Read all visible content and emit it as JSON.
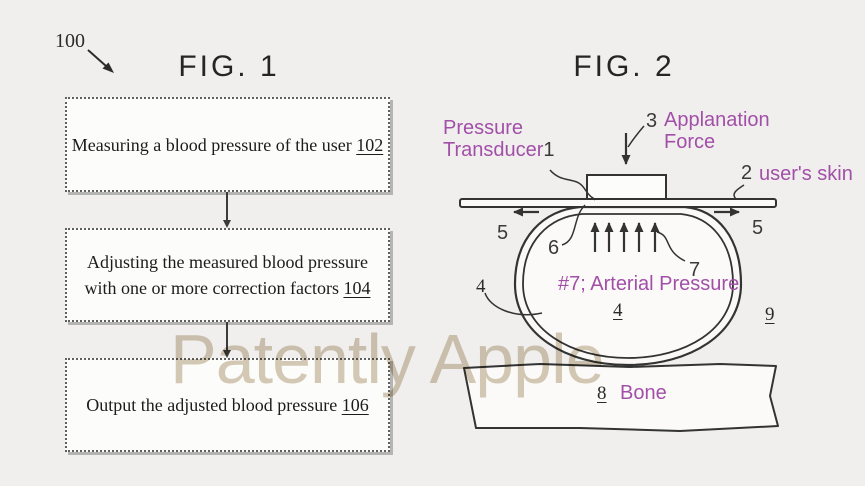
{
  "watermark": {
    "text": "Patently Apple",
    "color": "#d6cbb7"
  },
  "canvas": {
    "background": "#f0efee",
    "line_color": "#333333",
    "accent_purple": "#a24fa8",
    "box_fill": "#fcfcfb"
  },
  "fig1": {
    "title": "FIG. 1",
    "diagram_ref": "100",
    "boxes": [
      {
        "text": "Measuring a blood pressure of the user",
        "ref": "102"
      },
      {
        "text": "Adjusting the measured blood pressure with one or more correction factors",
        "ref": "104"
      },
      {
        "text": "Output the adjusted blood pressure",
        "ref": "106"
      }
    ]
  },
  "fig2": {
    "title": "FIG. 2",
    "pressure_transducer": {
      "label": "Pressure Transducer",
      "ref": "1"
    },
    "applanation": {
      "ref": "3",
      "label": "Applanation Force"
    },
    "skin": {
      "ref": "2",
      "label": "user's skin"
    },
    "lateral_left_ref": "5",
    "lateral_right_ref": "5",
    "flattened_region_ref": "6",
    "arterial_arrow_ref": "7",
    "arterial_pressure_label": "#7; Arterial Pressure",
    "artery_inner_ref": "4",
    "artery_wall_ref": "4",
    "tissue_ref": "9",
    "bone": {
      "ref": "8",
      "label": "Bone"
    }
  }
}
